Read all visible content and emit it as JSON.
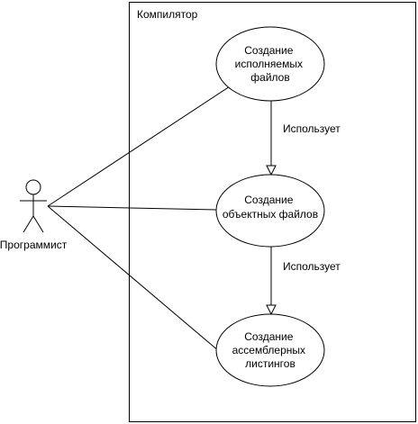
{
  "diagram": {
    "system_label": "Компилятор",
    "actor": {
      "name": "Программист"
    },
    "use_cases": [
      {
        "lines": [
          "Создание",
          "исполняемых",
          "файлов"
        ]
      },
      {
        "lines": [
          "Создание",
          "объектных файлов"
        ]
      },
      {
        "lines": [
          "Создание",
          "ассемблерных",
          "листингов"
        ]
      }
    ],
    "relations": [
      {
        "label": "Использует"
      },
      {
        "label": "Использует"
      }
    ],
    "colors": {
      "stroke": "#000000",
      "fill": "#ffffff",
      "text": "#000000"
    }
  }
}
